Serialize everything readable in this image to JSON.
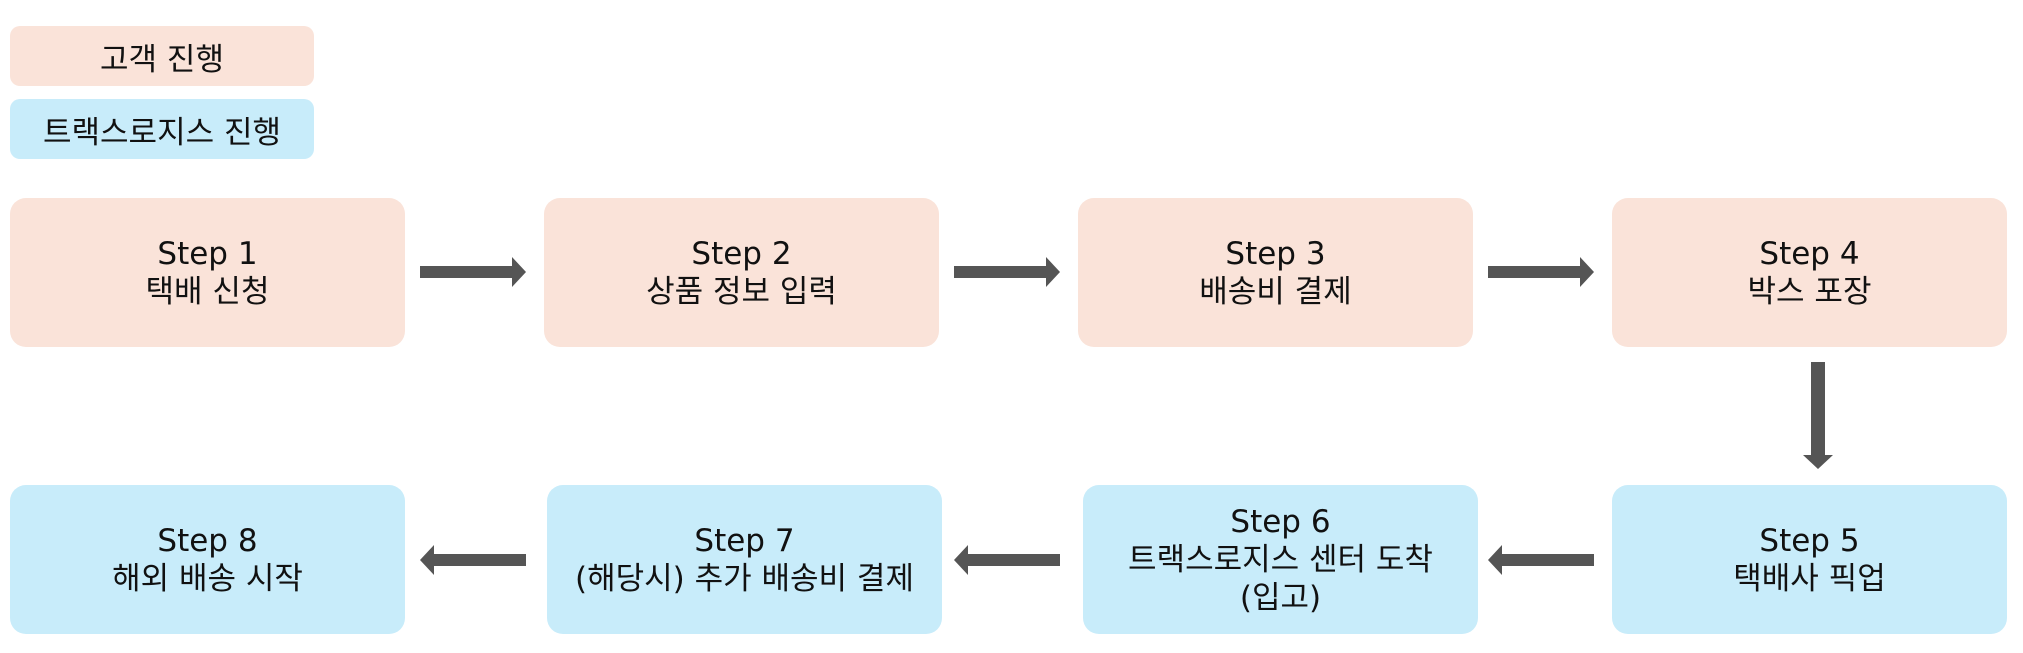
{
  "legend": {
    "customer_label": "고객 진행",
    "trax_label": "트랙스로지스 진행"
  },
  "colors": {
    "customer": "#fae3d9",
    "trax": "#c8ecfa",
    "arrow": "#555555"
  },
  "steps": [
    {
      "step": "Step 1",
      "lines": [
        "택배 신청"
      ],
      "owner": "customer"
    },
    {
      "step": "Step 2",
      "lines": [
        "상품 정보 입력"
      ],
      "owner": "customer"
    },
    {
      "step": "Step 3",
      "lines": [
        "배송비 결제"
      ],
      "owner": "customer"
    },
    {
      "step": "Step 4",
      "lines": [
        "박스 포장"
      ],
      "owner": "customer"
    },
    {
      "step": "Step 5",
      "lines": [
        "택배사 픽업"
      ],
      "owner": "trax"
    },
    {
      "step": "Step 6",
      "lines": [
        "트랙스로지스 센터 도착",
        "(입고)"
      ],
      "owner": "trax"
    },
    {
      "step": "Step 7",
      "lines": [
        "(해당시) 추가 배송비 결제"
      ],
      "owner": "trax"
    },
    {
      "step": "Step 8",
      "lines": [
        "해외 배송 시작"
      ],
      "owner": "trax"
    }
  ],
  "connections": [
    {
      "from": "Step 1",
      "to": "Step 2",
      "direction": "right"
    },
    {
      "from": "Step 2",
      "to": "Step 3",
      "direction": "right"
    },
    {
      "from": "Step 3",
      "to": "Step 4",
      "direction": "right"
    },
    {
      "from": "Step 4",
      "to": "Step 5",
      "direction": "down"
    },
    {
      "from": "Step 5",
      "to": "Step 6",
      "direction": "left"
    },
    {
      "from": "Step 6",
      "to": "Step 7",
      "direction": "left"
    },
    {
      "from": "Step 7",
      "to": "Step 8",
      "direction": "left"
    }
  ]
}
